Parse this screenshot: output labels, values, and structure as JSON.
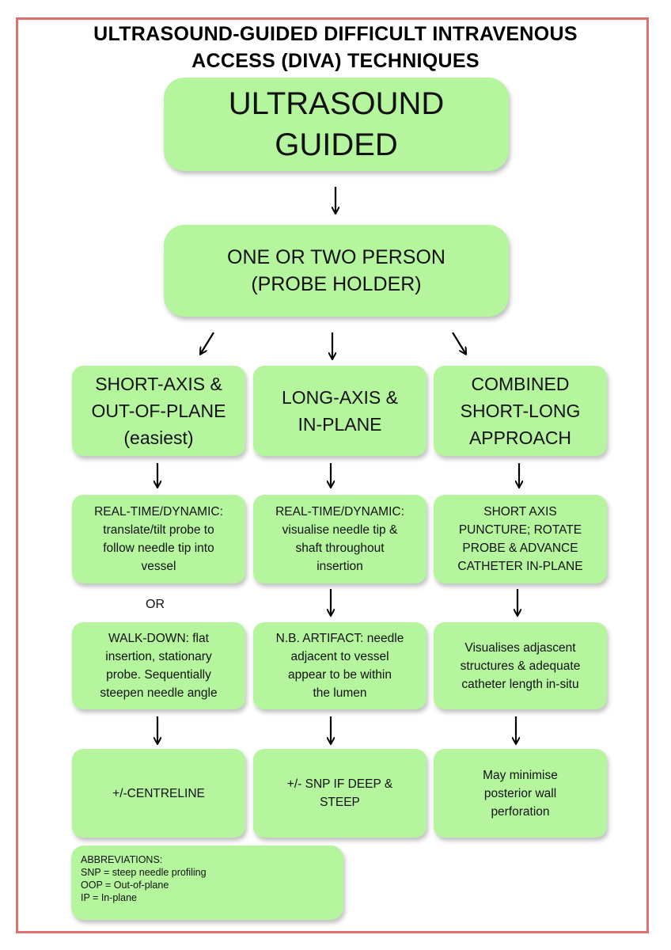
{
  "title": "ULTRASOUND-GUIDED DIFFICULT INTRAVENOUS\nACCESS (DIVA) TECHNIQUES",
  "top_box": "ULTRASOUND\nGUIDED",
  "mid_box": "ONE OR TWO PERSON\n(PROBE HOLDER)",
  "columns": [
    {
      "header": "SHORT-AXIS &\nOUT-OF-PLANE\n(easiest)",
      "step1": "REAL-TIME/DYNAMIC:\ntranslate/tilt probe to\nfollow needle tip into\nvessel",
      "connector": "OR",
      "step2": "WALK-DOWN: flat\ninsertion, stationary\nprobe. Sequentially\nsteepen needle angle",
      "step3": "+/-CENTRELINE"
    },
    {
      "header": "LONG-AXIS &\nIN-PLANE",
      "step1": "REAL-TIME/DYNAMIC:\nvisualise needle tip &\nshaft throughout\ninsertion",
      "step2": "N.B. ARTIFACT: needle\nadjacent to vessel\nappear to be within\nthe lumen",
      "step3": "+/- SNP IF DEEP &\nSTEEP"
    },
    {
      "header": "COMBINED\nSHORT-LONG\nAPPROACH",
      "step1": "SHORT AXIS\nPUNCTURE; ROTATE\nPROBE & ADVANCE\nCATHETER IN-PLANE",
      "step2": "Visualises adjascent\nstructures & adequate\ncatheter length in-situ",
      "step3": "May minimise\nposterior wall\nperforation"
    }
  ],
  "abbreviations": {
    "heading": "ABBREVIATIONS:",
    "items": [
      "SNP =  steep needle profiling",
      "OOP = Out-of-plane",
      "IP = In-plane"
    ]
  },
  "colors": {
    "box_fill": "#b5f59e",
    "frame_border": "#e07070"
  }
}
